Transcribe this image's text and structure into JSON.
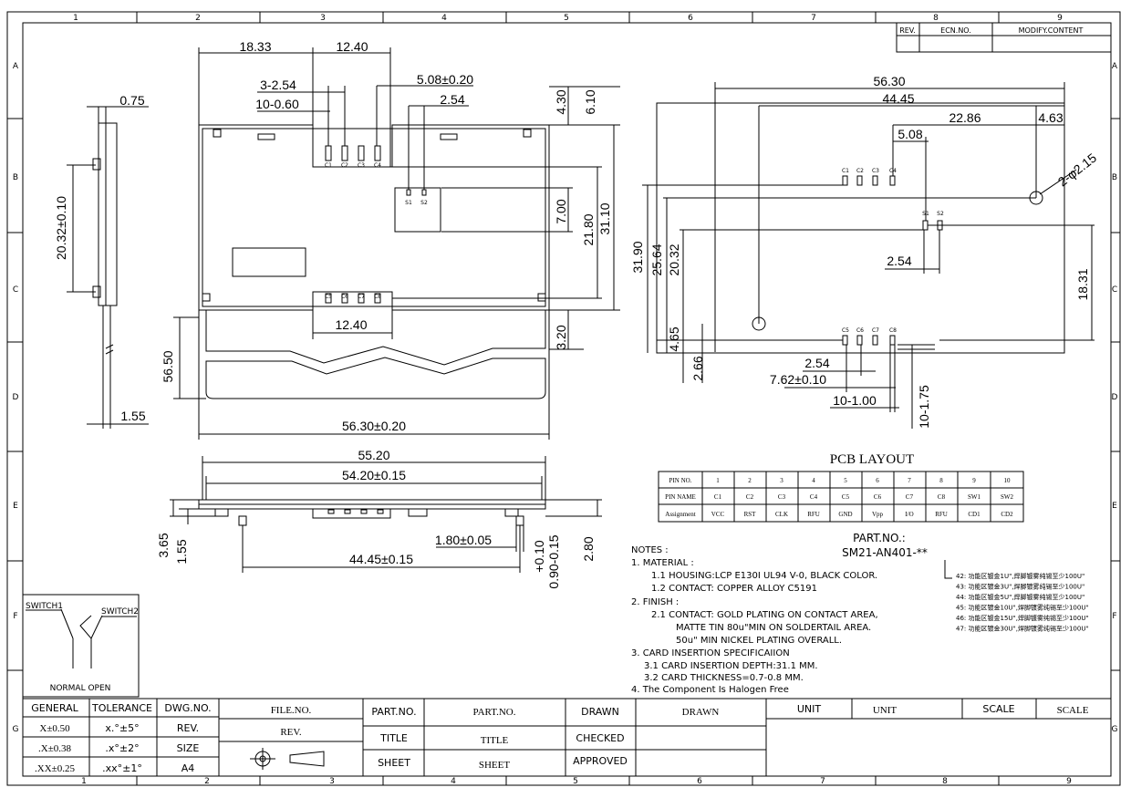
{
  "border": {
    "top_numbers": [
      "1",
      "2",
      "3",
      "4",
      "5",
      "6",
      "7",
      "8",
      "9"
    ],
    "bottom_numbers": [
      "1",
      "2",
      "3",
      "4",
      "5",
      "6",
      "7",
      "8",
      "9"
    ],
    "side_letters": [
      "A",
      "B",
      "C",
      "D",
      "E",
      "F",
      "G"
    ]
  },
  "revision_block": {
    "rev": "REV.",
    "ecn": "ECN.NO.",
    "modify": "MODIFY.CONTENT"
  },
  "side_view": {
    "top_dim": "0.75",
    "height_dim": "20.32±0.10",
    "bottom_dim": "1.55"
  },
  "top_view": {
    "dims_top": [
      "18.33",
      "12.40",
      "3-2.54",
      "10-0.60",
      "5.08±0.20",
      "2.54"
    ],
    "dims_right": [
      "4.30",
      "6.10",
      "7.00",
      "21.80",
      "31.10",
      "3.20"
    ],
    "dim_bottom_contacts": "12.40",
    "dim_left": "56.50",
    "dim_width": "56.30±0.20",
    "pins_top": [
      "C1",
      "C2",
      "C3",
      "C4"
    ],
    "pins_switch": [
      "S1",
      "S2"
    ],
    "pins_bottom": [
      "C5",
      "C6",
      "C7",
      "C8"
    ]
  },
  "front_view": {
    "dim_outer": "55.20",
    "dim_inner": "54.20±0.15",
    "dim_left_a": "3.65",
    "dim_left_b": "1.55",
    "dim_post": "1.80±0.05",
    "dim_span": "44.45±0.15",
    "dim_tol_a": "+0.10",
    "dim_tol_b": "0.90-0.15",
    "dim_right": "2.80"
  },
  "pcb_layout": {
    "title": "PCB LAYOUT",
    "dims_top": [
      "56.30",
      "44.45",
      "22.86",
      "4.63",
      "5.08"
    ],
    "hole_label": "2-φ2.15",
    "dims_left": [
      "31.90",
      "25.64",
      "20.32",
      "4.65",
      "2.66"
    ],
    "dim_pitch": "2.54",
    "dim_right": "18.31",
    "dims_bottom": [
      "2.54",
      "7.62±0.10",
      "10-1.00",
      "10-1.75"
    ],
    "pads_top": [
      "C1",
      "C2",
      "C3",
      "C4"
    ],
    "pads_switch": [
      "S1",
      "S2"
    ],
    "pads_bottom": [
      "C5",
      "C6",
      "C7",
      "C8"
    ]
  },
  "pin_table": {
    "rows": [
      {
        "label": "PIN NO.",
        "cells": [
          "1",
          "2",
          "3",
          "4",
          "5",
          "6",
          "7",
          "8",
          "9",
          "10"
        ]
      },
      {
        "label": "PIN NAME",
        "cells": [
          "C1",
          "C2",
          "C3",
          "C4",
          "C5",
          "C6",
          "C7",
          "C8",
          "SW1",
          "SW2"
        ]
      },
      {
        "label": "Assignment",
        "cells": [
          "VCC",
          "RST",
          "CLK",
          "RFU",
          "GND",
          "Vpp",
          "I/O",
          "RFU",
          "CD1",
          "CD2"
        ]
      }
    ]
  },
  "part_number": {
    "label": "PART.NO.:",
    "value": "SM21-AN401-**"
  },
  "options": [
    "42: 功能区镀金1U\",焊脚镀雾纯锡至少100U\"",
    "43: 功能区镀金3U\",焊脚镀雾纯锡至少100U\"",
    "44: 功能区镀金5U\",焊脚镀雾纯锡至少100U\"",
    "45: 功能区镀金10U\",焊脚镀雾纯锡至少100U\"",
    "46: 功能区镀金15U\",焊脚镀雾纯锡至少100U\"",
    "47: 功能区镀金30U\",焊脚镀雾纯锡至少100U\""
  ],
  "notes": [
    "NOTES :",
    "1. MATERIAL :",
    "1.1  HOUSING:LCP E130I UL94 V-0, BLACK COLOR.",
    "1.2  CONTACT: COPPER ALLOY C5191",
    "2. FINISH :",
    "2.1  CONTACT: GOLD PLATING ON CONTACT AREA,",
    "MATTE TIN 80u\"MIN ON SOLDERTAIL AREA.",
    "50u\" MIN NICKEL PLATING OVERALL.",
    "3. CARD INSERTION SPECIFICAIION",
    "3.1  CARD INSERTION DEPTH:31.1 MM.",
    "3.2  CARD THICKNESS=0.7-0.8 MM.",
    "4. The Component Is Halogen Free"
  ],
  "switch_diagram": {
    "switch1": "SWITCH1",
    "switch2": "SWITCH2",
    "caption": "NORMAL OPEN"
  },
  "title_block": {
    "general": "GENERAL",
    "tolerance": "TOLERANCE",
    "tol_x": "X±0.50",
    "tol_x1": ".X±0.38",
    "tol_x2": ".XX±0.25",
    "ang_x": "x.°±5°",
    "ang_x1": ".x°±2°",
    "ang_x2": ".xx°±1°",
    "dwg_no": "DWG.NO.",
    "rev": "REV.",
    "size": "SIZE",
    "size_value": "A4",
    "file_no": "FILE.NO.",
    "rev_value": "REV.",
    "part_no_label": "PART.NO.",
    "part_no_value": "PART.NO.",
    "title_label": "TITLE",
    "title_value": "TITLE",
    "sheet_label": "SHEET",
    "sheet_value": "SHEET",
    "drawn_label": "DRAWN",
    "drawn_value": "DRAWN",
    "checked_label": "CHECKED",
    "approved_label": "APPROVED",
    "unit_label": "UNIT",
    "unit_value": "UNIT",
    "scale_label": "SCALE",
    "scale_value": "SCALE"
  }
}
